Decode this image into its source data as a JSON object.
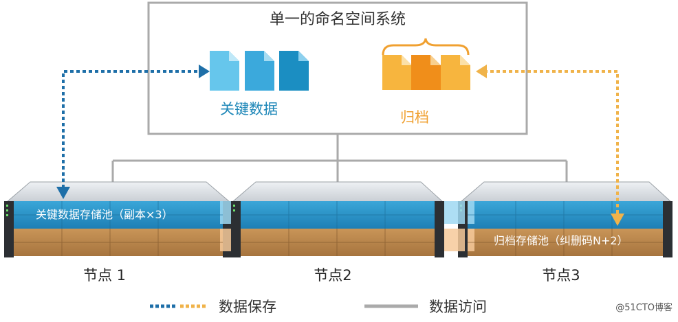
{
  "namespace": {
    "title": "单一的命名空间系统"
  },
  "critical_data": {
    "label": "关键数据",
    "color": "#1e87b8"
  },
  "archive": {
    "label": "归档",
    "color": "#f0a030"
  },
  "nodes": [
    {
      "label": "节点 1"
    },
    {
      "label": "节点2"
    },
    {
      "label": "节点3"
    }
  ],
  "pools": {
    "critical": {
      "label": "关键数据存储池（副本×3）"
    },
    "archive": {
      "label": "归档存储池（纠删码N+2）"
    }
  },
  "legend": {
    "save": {
      "label": "数据保存"
    },
    "access": {
      "label": "数据访问"
    }
  },
  "watermark": {
    "text": "@51CTO博客"
  },
  "colors": {
    "blue": "#1e6fa8",
    "orange": "#f0b34a",
    "gray": "#aaaaaa",
    "pool_blue": "#2b93c6",
    "pool_brown": "#b6824a"
  }
}
